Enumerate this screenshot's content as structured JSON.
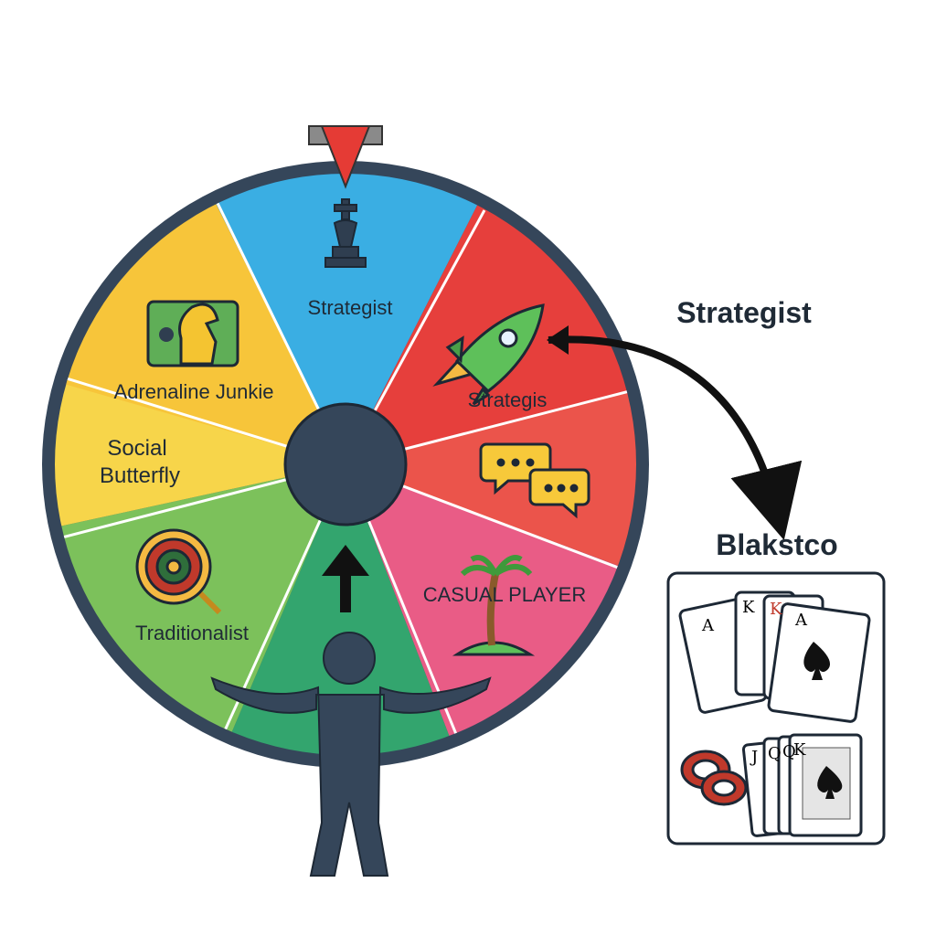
{
  "wheel": {
    "segments": [
      {
        "id": "top",
        "label": "Strategist",
        "color": "#3aaee3",
        "icon": "chess-king-icon"
      },
      {
        "id": "upper-right",
        "label": "Strategis",
        "color": "#e63f3c",
        "icon": "rocket-icon"
      },
      {
        "id": "right",
        "label": "",
        "color": "#eb544b",
        "icon": "chat-bubbles-icon"
      },
      {
        "id": "lower-right",
        "label": "CASUAL PLAYER",
        "color": "#e95c86",
        "icon": "palm-tree-icon"
      },
      {
        "id": "bottom",
        "label": "",
        "color": "#33a56e",
        "icon": "arrow-up-icon"
      },
      {
        "id": "lower-left",
        "label": "Traditionalist",
        "color": "#7cc15b",
        "icon": "roulette-icon"
      },
      {
        "id": "left",
        "label_line1": "Social",
        "label_line2": "Butterfly",
        "color": "#f7d54a"
      },
      {
        "id": "upper-left",
        "label": "Adrenaline Junkie",
        "color": "#f7c53a",
        "icon": "knight-money-icon"
      }
    ],
    "rim_color": "#35465a",
    "pointer_color": "#e53b35"
  },
  "callout": {
    "result_label": "Strategist",
    "game_label": "Blakstco"
  },
  "cards": {
    "top_row": [
      "A",
      "K",
      "K",
      "A"
    ],
    "bottom_row": [
      "J",
      "Q",
      "Q",
      "K"
    ]
  }
}
